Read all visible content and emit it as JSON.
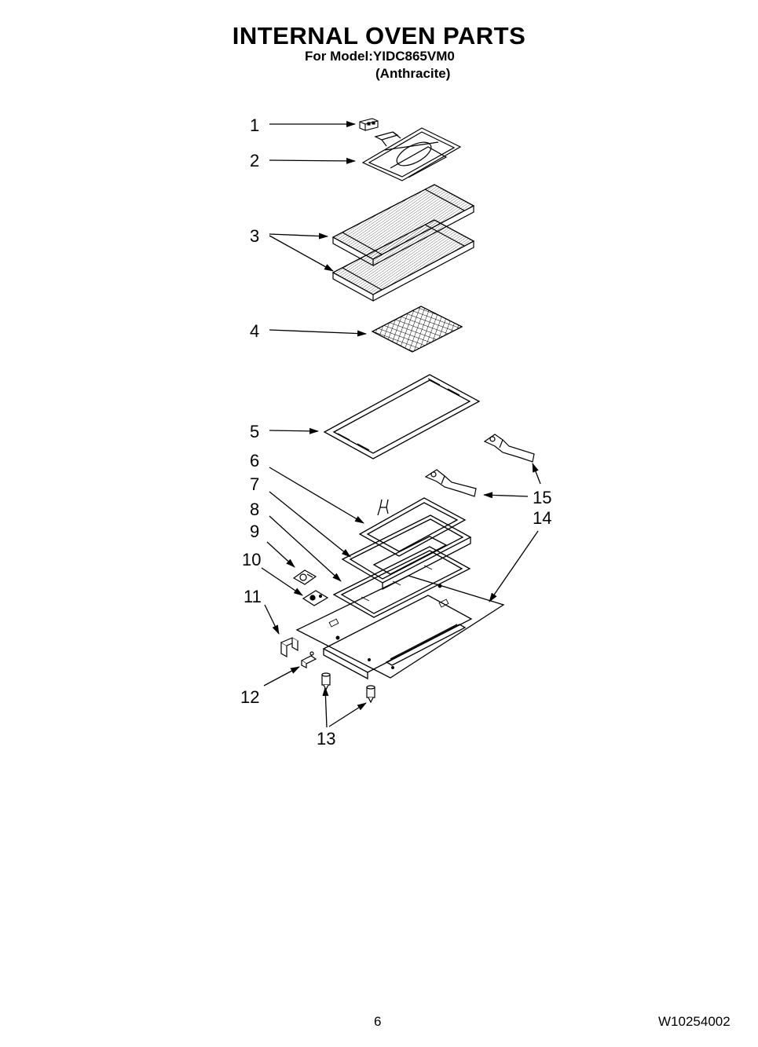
{
  "header": {
    "title": "INTERNAL OVEN PARTS",
    "model_line": "For Model:YIDC865VM0",
    "color_line": "(Anthracite)"
  },
  "callouts": [
    "1",
    "2",
    "3",
    "4",
    "5",
    "6",
    "7",
    "8",
    "9",
    "10",
    "11",
    "12",
    "13",
    "14",
    "15"
  ],
  "footer": {
    "page_number": "6",
    "doc_number": "W10254002"
  }
}
